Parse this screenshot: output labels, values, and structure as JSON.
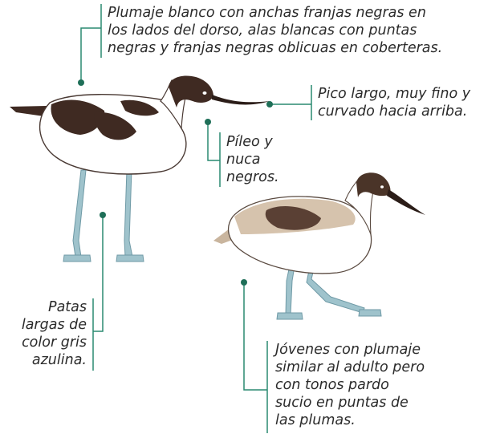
{
  "colors": {
    "leader": "#2a8a70",
    "plumage_black": "#3f2a22",
    "plumage_white": "#ffffff",
    "legs": "#9fc3cc",
    "juvenile_brown": "#b89f85",
    "text": "#2b2b2b"
  },
  "annotations": {
    "plumage": "Plumaje blanco con anchas franjas negras en\nlos lados del dorso, alas blancas con puntas\nnegras y franjas negras oblicuas en coberteras.",
    "bill": "Pico largo, muy fino y\ncurvado hacia arriba.",
    "crown": "Píleo y\nnuca\nnegros.",
    "legs": "Patas\nlargas de\ncolor gris\nazulina.",
    "juveniles": "Jóvenes con plumaje\nsimilar al adulto pero\ncon tonos pardo\nsucio en puntas de\nlas plumas."
  }
}
